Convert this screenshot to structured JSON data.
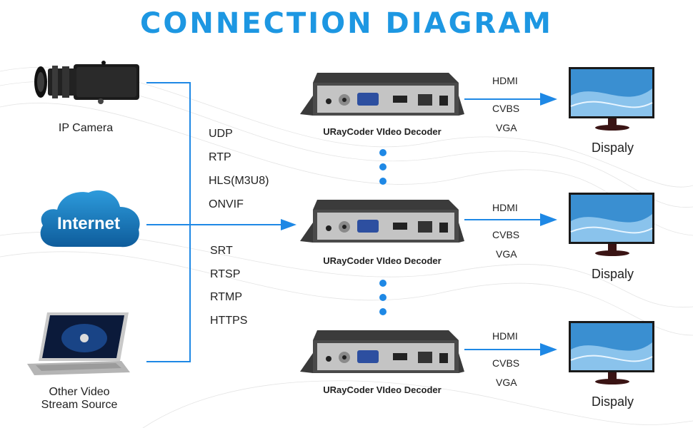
{
  "title": "CONNECTION DIAGRAM",
  "colors": {
    "accent": "#1e88e5",
    "title": "#1d97e2",
    "cloud": "#1573b8"
  },
  "sources": [
    {
      "label": "IP Camera",
      "icon": "camera-icon"
    },
    {
      "label": "Internet",
      "icon": "cloud-icon"
    },
    {
      "label_line1": "Other Video",
      "label_line2": "Stream Source",
      "icon": "laptop-icon"
    }
  ],
  "protocols_top": [
    "UDP",
    "RTP",
    "HLS(M3U8)",
    "ONVIF"
  ],
  "protocols_bottom": [
    "SRT",
    "RTSP",
    "RTMP",
    "HTTPS"
  ],
  "decoders": [
    {
      "label": "URayCoder VIdeo Decoder"
    },
    {
      "label": "URayCoder VIdeo Decoder"
    },
    {
      "label": "URayCoder VIdeo Decoder"
    }
  ],
  "outputs": [
    "HDMI",
    "CVBS",
    "VGA"
  ],
  "display_label": "Dispaly"
}
